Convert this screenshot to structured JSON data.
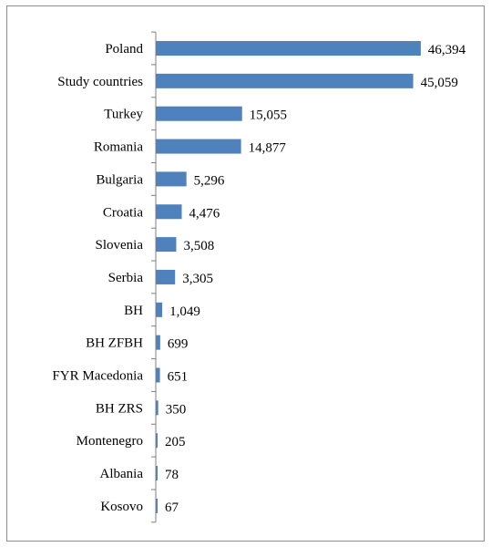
{
  "chart_data": {
    "type": "bar",
    "orientation": "horizontal",
    "categories": [
      "Poland",
      "Study countries",
      "Turkey",
      "Romania",
      "Bulgaria",
      "Croatia",
      "Slovenia",
      "Serbia",
      "BH",
      "BH ZFBH",
      "FYR Macedonia",
      "BH ZRS",
      "Montenegro",
      "Albania",
      "Kosovo"
    ],
    "values": [
      46394,
      45059,
      15055,
      14877,
      5296,
      4476,
      3508,
      3305,
      1049,
      699,
      651,
      350,
      205,
      78,
      67
    ],
    "value_labels": [
      "46,394",
      "45,059",
      "15,055",
      "14,877",
      "5,296",
      "4,476",
      "3,508",
      "3,305",
      "1,049",
      "699",
      "651",
      "350",
      "205",
      "78",
      "67"
    ],
    "title": "",
    "xlabel": "",
    "ylabel": "",
    "xlim": [
      0,
      50000
    ],
    "grid": false,
    "legend": "none",
    "bar_color": "#4f81bd",
    "axis_color": "#808080"
  }
}
